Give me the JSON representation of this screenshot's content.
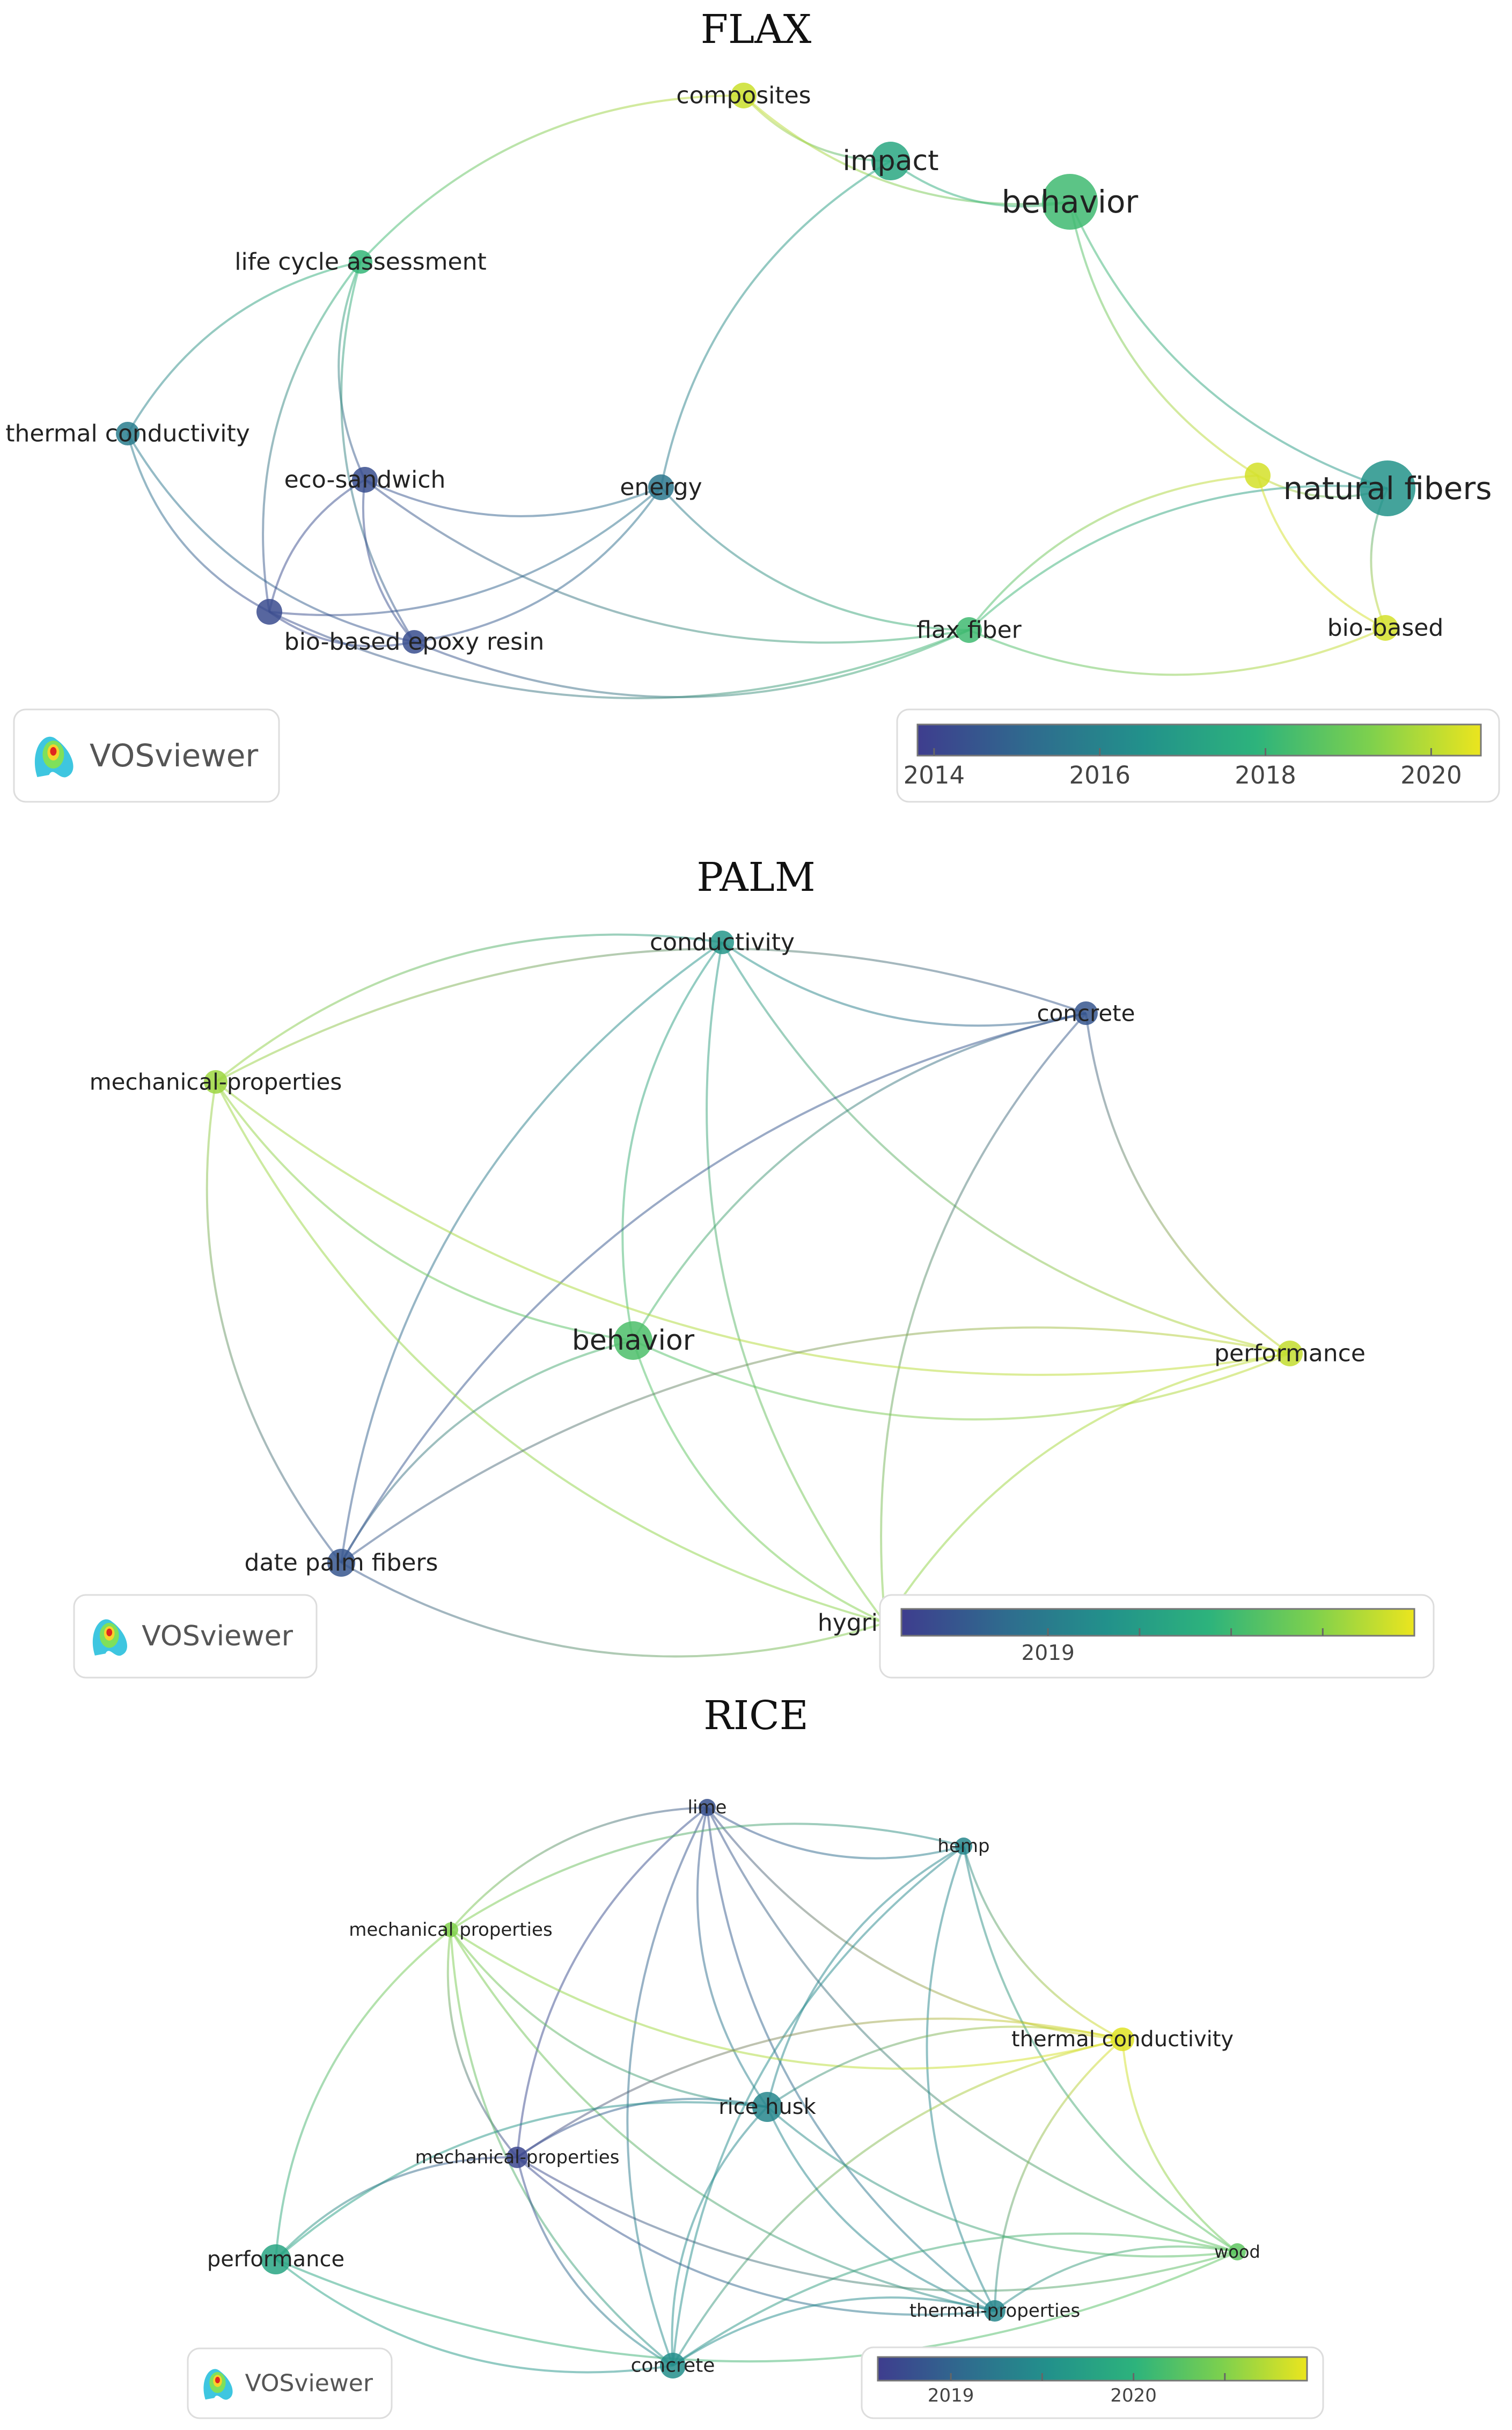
{
  "panels": [
    {
      "title": "FLAX",
      "logo_text": "VOSviewer",
      "scale_labels": [
        "2014",
        "2016",
        "2018",
        "2020"
      ],
      "nodes": [
        {
          "id": "composites",
          "label": "composites",
          "year": 2020.2
        },
        {
          "id": "impact",
          "label": "impact",
          "year": 2017.4
        },
        {
          "id": "behavior",
          "label": "behavior",
          "year": 2018.2
        },
        {
          "id": "lca",
          "label": "life cycle assessment",
          "year": 2018.0
        },
        {
          "id": "thermal",
          "label": "thermal conductivity",
          "year": 2015.8
        },
        {
          "id": "eco",
          "label": "eco-sandwich",
          "year": 2014.3
        },
        {
          "id": "energy",
          "label": "energy",
          "year": 2015.6
        },
        {
          "id": "unlabeled1",
          "label": "",
          "year": 2014.2
        },
        {
          "id": "epoxy",
          "label": "bio-based epoxy resin",
          "year": 2014.3
        },
        {
          "id": "yellowdot",
          "label": "",
          "year": 2020.3
        },
        {
          "id": "natural",
          "label": "natural fibers",
          "year": 2016.6
        },
        {
          "id": "flax",
          "label": "flax fiber",
          "year": 2018.2
        },
        {
          "id": "biobased",
          "label": "bio-based",
          "year": 2020.3
        }
      ],
      "edges": [
        [
          "composites",
          "impact"
        ],
        [
          "composites",
          "behavior"
        ],
        [
          "composites",
          "lca"
        ],
        [
          "impact",
          "behavior"
        ],
        [
          "impact",
          "energy"
        ],
        [
          "behavior",
          "yellowdot"
        ],
        [
          "behavior",
          "natural"
        ],
        [
          "lca",
          "thermal"
        ],
        [
          "lca",
          "eco"
        ],
        [
          "lca",
          "unlabeled1"
        ],
        [
          "lca",
          "epoxy"
        ],
        [
          "thermal",
          "unlabeled1"
        ],
        [
          "thermal",
          "epoxy"
        ],
        [
          "eco",
          "unlabeled1"
        ],
        [
          "eco",
          "epoxy"
        ],
        [
          "eco",
          "energy"
        ],
        [
          "eco",
          "flax"
        ],
        [
          "unlabeled1",
          "energy"
        ],
        [
          "unlabeled1",
          "epoxy"
        ],
        [
          "unlabeled1",
          "flax"
        ],
        [
          "epoxy",
          "energy"
        ],
        [
          "epoxy",
          "flax"
        ],
        [
          "energy",
          "flax"
        ],
        [
          "yellowdot",
          "natural"
        ],
        [
          "yellowdot",
          "flax"
        ],
        [
          "natural",
          "biobased"
        ],
        [
          "natural",
          "flax"
        ],
        [
          "flax",
          "biobased"
        ],
        [
          "yellowdot",
          "biobased"
        ]
      ]
    },
    {
      "title": "PALM",
      "logo_text": "VOSviewer",
      "scale_labels": [
        "2019"
      ],
      "nodes": [
        {
          "id": "conductivity",
          "label": "conductivity",
          "year": 2019.4
        },
        {
          "id": "concrete",
          "label": "concrete",
          "year": 2018.5
        },
        {
          "id": "mech",
          "label": "mechanical-properties",
          "year": 2020.6
        },
        {
          "id": "behavior",
          "label": "behavior",
          "year": 2020.1
        },
        {
          "id": "performance",
          "label": "performance",
          "year": 2020.8
        },
        {
          "id": "datepalm",
          "label": "date palm fibers",
          "year": 2018.5
        },
        {
          "id": "hygric",
          "label": "hygric",
          "year": 2020.5
        }
      ],
      "edges": [
        [
          "conductivity",
          "concrete"
        ],
        [
          "conductivity",
          "mech"
        ],
        [
          "conductivity",
          "behavior"
        ],
        [
          "conductivity",
          "performance"
        ],
        [
          "conductivity",
          "datepalm"
        ],
        [
          "conductivity",
          "hygric"
        ],
        [
          "concrete",
          "mech"
        ],
        [
          "concrete",
          "behavior"
        ],
        [
          "concrete",
          "performance"
        ],
        [
          "concrete",
          "datepalm"
        ],
        [
          "concrete",
          "hygric"
        ],
        [
          "mech",
          "behavior"
        ],
        [
          "mech",
          "performance"
        ],
        [
          "mech",
          "datepalm"
        ],
        [
          "mech",
          "hygric"
        ],
        [
          "behavior",
          "performance"
        ],
        [
          "behavior",
          "datepalm"
        ],
        [
          "behavior",
          "hygric"
        ],
        [
          "performance",
          "datepalm"
        ],
        [
          "performance",
          "hygric"
        ],
        [
          "datepalm",
          "hygric"
        ]
      ]
    },
    {
      "title": "RICE",
      "logo_text": "VOSviewer",
      "scale_labels": [
        "2019",
        "2020"
      ],
      "nodes": [
        {
          "id": "lime",
          "label": "lime",
          "year": 2018.8
        },
        {
          "id": "hemp",
          "label": "hemp",
          "year": 2019.4
        },
        {
          "id": "mech1",
          "label": "mechanical properties",
          "year": 2020.5
        },
        {
          "id": "thermalc",
          "label": "thermal conductivity",
          "year": 2020.9
        },
        {
          "id": "rice",
          "label": "rice husk",
          "year": 2019.4
        },
        {
          "id": "mech2",
          "label": "mechanical-properties",
          "year": 2018.7
        },
        {
          "id": "performance",
          "label": "performance",
          "year": 2019.8
        },
        {
          "id": "wood",
          "label": "wood",
          "year": 2020.3
        },
        {
          "id": "thermalp",
          "label": "thermal-properties",
          "year": 2019.4
        },
        {
          "id": "concrete",
          "label": "concrete",
          "year": 2019.5
        }
      ],
      "edges": [
        [
          "lime",
          "hemp"
        ],
        [
          "lime",
          "mech1"
        ],
        [
          "lime",
          "thermalc"
        ],
        [
          "lime",
          "rice"
        ],
        [
          "lime",
          "mech2"
        ],
        [
          "lime",
          "thermalp"
        ],
        [
          "lime",
          "concrete"
        ],
        [
          "lime",
          "wood"
        ],
        [
          "hemp",
          "rice"
        ],
        [
          "hemp",
          "thermalc"
        ],
        [
          "hemp",
          "wood"
        ],
        [
          "hemp",
          "thermalp"
        ],
        [
          "hemp",
          "concrete"
        ],
        [
          "hemp",
          "mech1"
        ],
        [
          "mech1",
          "rice"
        ],
        [
          "mech1",
          "mech2"
        ],
        [
          "mech1",
          "performance"
        ],
        [
          "mech1",
          "thermalc"
        ],
        [
          "mech1",
          "concrete"
        ],
        [
          "mech1",
          "thermalp"
        ],
        [
          "thermalc",
          "rice"
        ],
        [
          "thermalc",
          "mech2"
        ],
        [
          "thermalc",
          "wood"
        ],
        [
          "thermalc",
          "thermalp"
        ],
        [
          "thermalc",
          "concrete"
        ],
        [
          "rice",
          "mech2"
        ],
        [
          "rice",
          "performance"
        ],
        [
          "rice",
          "wood"
        ],
        [
          "rice",
          "thermalp"
        ],
        [
          "rice",
          "concrete"
        ],
        [
          "mech2",
          "performance"
        ],
        [
          "mech2",
          "thermalp"
        ],
        [
          "mech2",
          "concrete"
        ],
        [
          "mech2",
          "wood"
        ],
        [
          "performance",
          "concrete"
        ],
        [
          "performance",
          "wood"
        ],
        [
          "wood",
          "thermalp"
        ],
        [
          "wood",
          "concrete"
        ],
        [
          "thermalp",
          "concrete"
        ]
      ]
    }
  ],
  "colors": {
    "colormap": [
      "#3e3d8e",
      "#2f6b8e",
      "#22918b",
      "#2db37c",
      "#7cd04e",
      "#ebe51e"
    ],
    "node_purple": "#7f74c4",
    "node_blue": "#5ba4c7",
    "node_teal": "#4dbba0",
    "node_green": "#8fd36a",
    "node_yellow": "#f2e74a"
  }
}
